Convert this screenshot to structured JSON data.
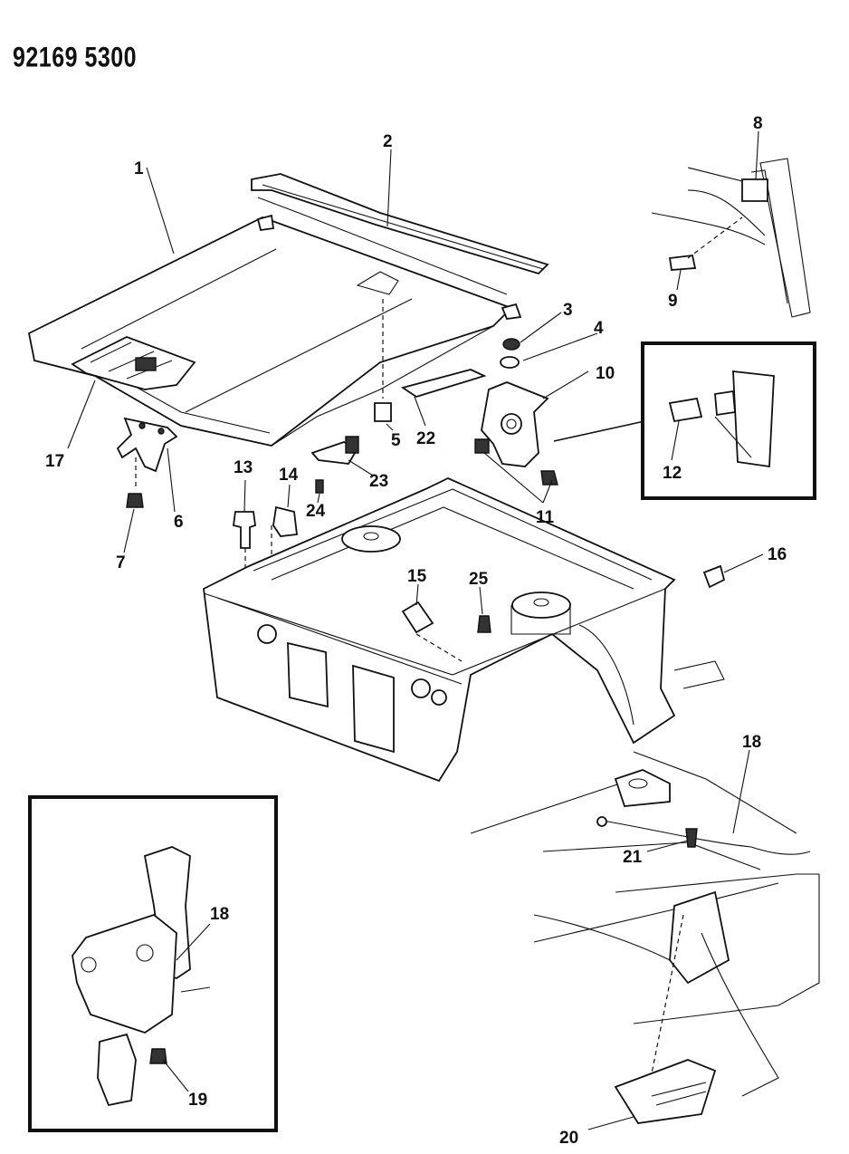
{
  "header": {
    "code": "92169 5300"
  },
  "callouts": [
    {
      "id": "1",
      "label": "1"
    },
    {
      "id": "2",
      "label": "2"
    },
    {
      "id": "3",
      "label": "3"
    },
    {
      "id": "4",
      "label": "4"
    },
    {
      "id": "5",
      "label": "5"
    },
    {
      "id": "6",
      "label": "6"
    },
    {
      "id": "7",
      "label": "7"
    },
    {
      "id": "8",
      "label": "8"
    },
    {
      "id": "9",
      "label": "9"
    },
    {
      "id": "10",
      "label": "10"
    },
    {
      "id": "11",
      "label": "11"
    },
    {
      "id": "12",
      "label": "12"
    },
    {
      "id": "13",
      "label": "13"
    },
    {
      "id": "14",
      "label": "14"
    },
    {
      "id": "15",
      "label": "15"
    },
    {
      "id": "16",
      "label": "16"
    },
    {
      "id": "17",
      "label": "17"
    },
    {
      "id": "18a",
      "label": "18"
    },
    {
      "id": "18b",
      "label": "18"
    },
    {
      "id": "19",
      "label": "19"
    },
    {
      "id": "20",
      "label": "20"
    },
    {
      "id": "21",
      "label": "21"
    },
    {
      "id": "22",
      "label": "22"
    },
    {
      "id": "23",
      "label": "23"
    },
    {
      "id": "24",
      "label": "24"
    },
    {
      "id": "25",
      "label": "25"
    }
  ]
}
